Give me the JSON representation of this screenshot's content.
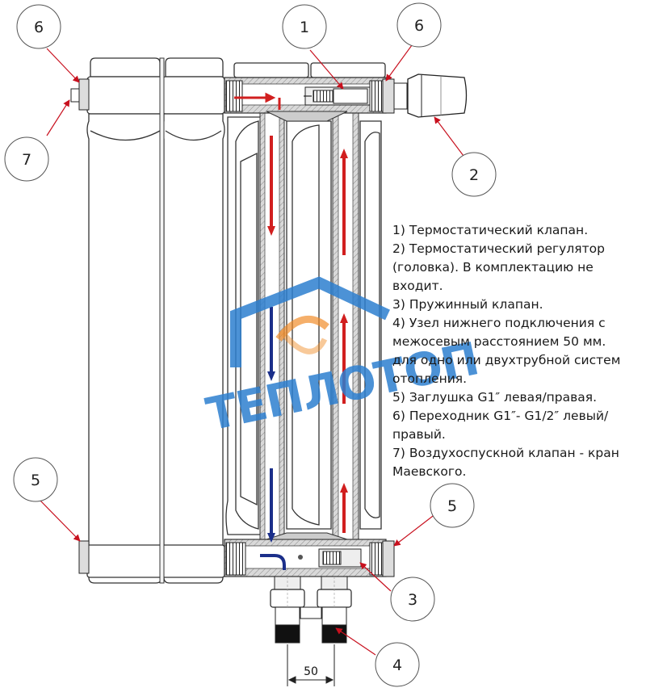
{
  "callouts": [
    "1",
    "2",
    "3",
    "4",
    "5",
    "5",
    "6",
    "6",
    "7"
  ],
  "legend": [
    "1) Термостатический клапан.",
    "2) Термостатический регулятор",
    "(головка). В комплектацию не входит.",
    "3) Пружинный клапан.",
    "4) Узел нижнего подключения с",
    "межосевым расстоянием 50 мм.",
    "для одно или двухтрубной систем",
    "отопления.",
    "5) Заглушка G1″ левая/правая.",
    "6) Переходник G1″- G1/2″ левый/",
    "правый.",
    "7) Воздухоспускной клапан - кран",
    "Маевского."
  ],
  "dimension_label": "50",
  "watermark_text": "ТЕПЛОТОП",
  "colors": {
    "line": "#333333",
    "arrow_red": "#d11f1f",
    "arrow_blue": "#1b2f8a",
    "callout_arrow": "#c8101e",
    "watermark_blue": "#2d7fd0",
    "watermark_orange": "#f08a24"
  }
}
